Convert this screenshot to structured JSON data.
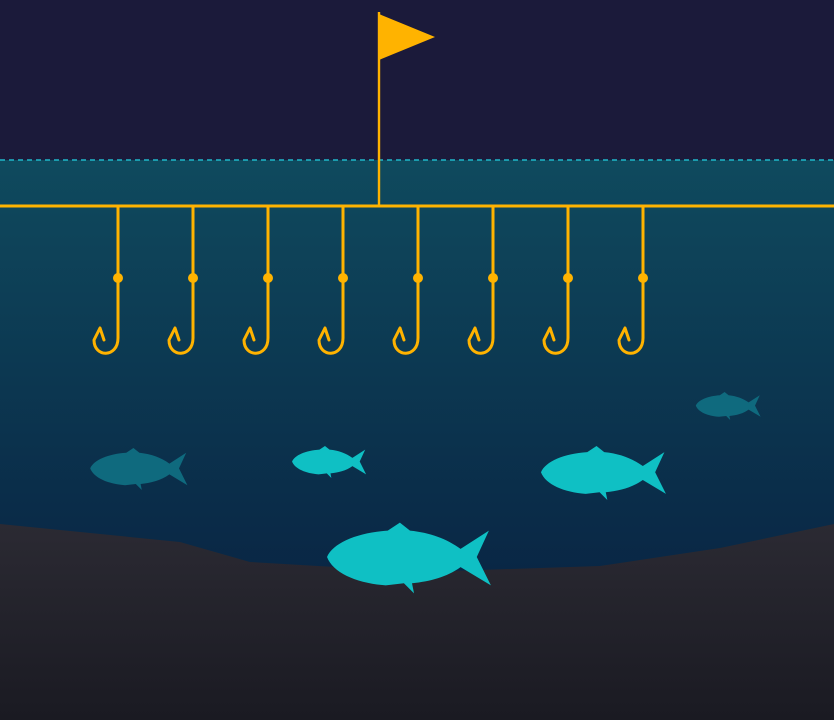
{
  "colors": {
    "sky": "#1b1a3a",
    "water_top": "#0f4a5e",
    "water_bottom": "#071a3c",
    "waterline": "#1fb8c9",
    "seabed_top": "#2b2a33",
    "seabed_bottom": "#1a1a22",
    "gear": "#ffb300",
    "fish_near": "#0fc0c4",
    "fish_far": "#0f6a7e"
  },
  "scene": {
    "flag_icon": "pennant-flag-icon",
    "hook_icon": "fishing-hook-icon",
    "fish_icon": "fish-icon",
    "hook_count": 8,
    "fish_count": 5,
    "fish_shades": [
      "far",
      "near",
      "near",
      "far",
      "near"
    ]
  }
}
